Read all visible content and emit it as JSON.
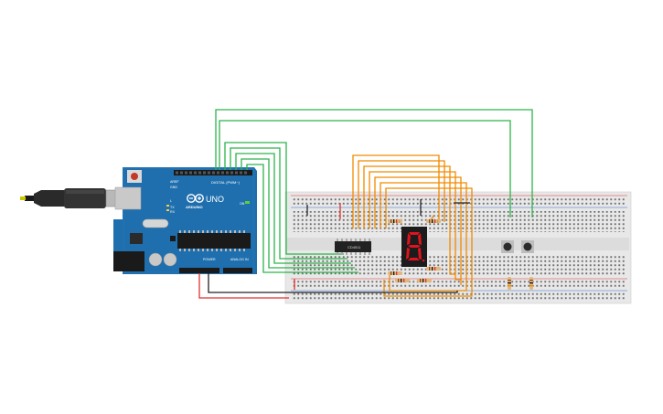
{
  "arduino": {
    "brand": "ARDUINO",
    "model": "UNO",
    "digital_label": "DIGITAL (PWM~)",
    "power_label": "POWER",
    "analog_label": "ANALOG IN",
    "on_label": "ON",
    "tx_label": "TX",
    "rx_label": "RX",
    "l_label": "L",
    "aref_label": "AREF",
    "gnd_label": "GND"
  },
  "ic": {
    "label": "CD4511"
  },
  "display": {
    "digit": "8"
  },
  "colors": {
    "board": "#1f6fae",
    "breadboard": "#e9e9e9",
    "rail_red": "#d33",
    "rail_blue": "#36c",
    "wire_green": "#2db34a",
    "wire_orange": "#f08a00",
    "wire_red": "#e0332c",
    "wire_black": "#222222",
    "display_segment": "#e0141e",
    "ic_body": "#222222",
    "button_body": "#333333"
  },
  "icons": [
    "usb-cable-icon",
    "arduino-logo-icon",
    "reset-button-icon"
  ]
}
